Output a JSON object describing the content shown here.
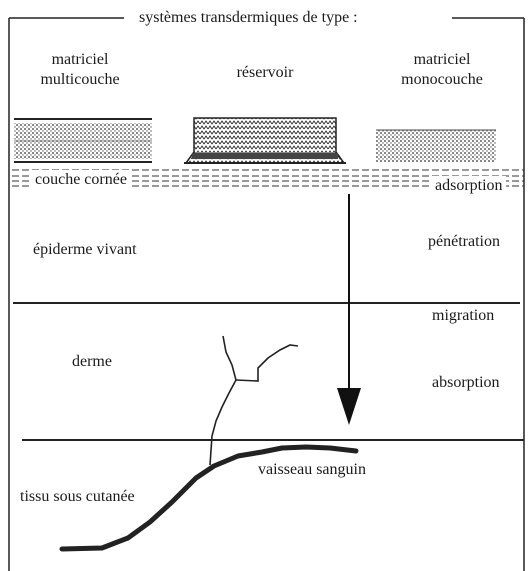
{
  "title": "systèmes  transdermiques de type :",
  "systems": {
    "multilayer": "matriciel\nmulticouche",
    "reservoir": "réservoir",
    "monolayer": "matriciel\nmonocouche"
  },
  "layers": {
    "stratum_corneum": "couche cornée",
    "living_epidermis": "épiderme vivant",
    "dermis": "derme",
    "subcutaneous": "tissu sous cutanée"
  },
  "process": {
    "adsorption": "adsorption",
    "penetration": "pénétration",
    "migration": "migration",
    "absorption": "absorption"
  },
  "blood_vessel": "vaisseau sanguin"
}
